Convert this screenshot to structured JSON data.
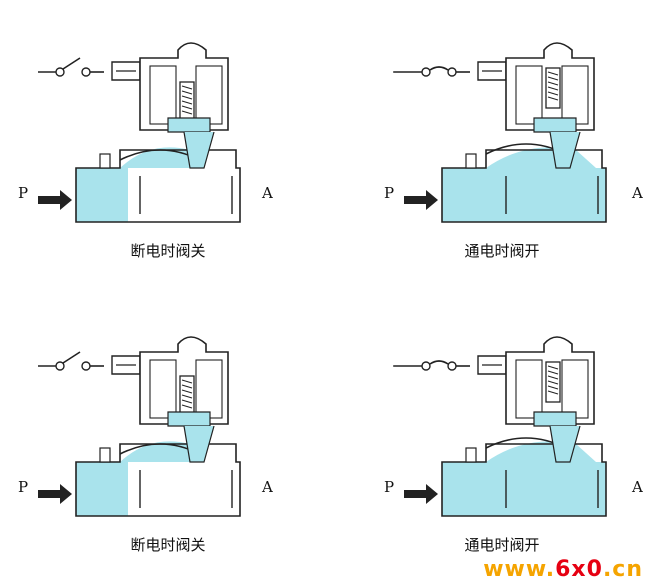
{
  "colors": {
    "fluid": "#a9e3ec",
    "outline": "#222222",
    "watermark_primary": "#f5a400",
    "watermark_accent": "#e60012"
  },
  "panels": [
    {
      "caption": "断电时阀关",
      "inlet_label": "P",
      "outlet_label": "A",
      "switch": "open",
      "valve": "closed"
    },
    {
      "caption": "通电时阀开",
      "inlet_label": "P",
      "outlet_label": "A",
      "switch": "closed",
      "valve": "open"
    },
    {
      "caption": "断电时阀关",
      "inlet_label": "P",
      "outlet_label": "A",
      "switch": "open",
      "valve": "closed"
    },
    {
      "caption": "通电时阀开",
      "inlet_label": "P",
      "outlet_label": "A",
      "switch": "closed",
      "valve": "open"
    }
  ],
  "watermark": {
    "part1": "www.",
    "part2": "6x0",
    "part3": ".cn"
  },
  "icons": [
    "switch-icon",
    "arrow-right-icon",
    "solenoid-coil-icon"
  ]
}
